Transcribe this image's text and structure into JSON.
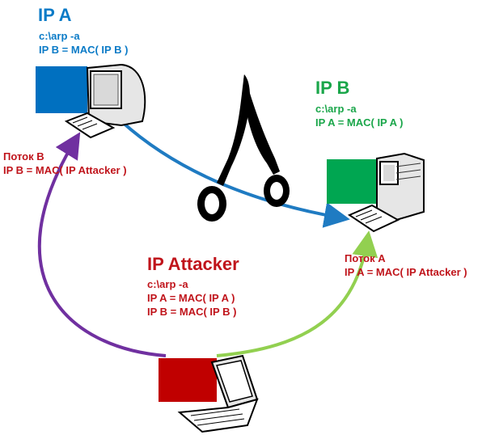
{
  "hosts": {
    "a": {
      "title": "IP A",
      "lines": [
        "c:\\arp -a",
        "IP B = MAC( IP B )"
      ],
      "color": "#0b7bc7"
    },
    "b": {
      "title": "IP B",
      "lines": [
        "c:\\arp -a",
        "IP A = MAC( IP A )"
      ],
      "color": "#1aa64a"
    },
    "attacker": {
      "title": "IP Attacker",
      "lines": [
        "c:\\arp -a",
        "IP A = MAC( IP A )",
        "IP B = MAC( IP B )"
      ],
      "color": "#c0141b"
    }
  },
  "flows": {
    "b": {
      "label": "Поток B",
      "entry": "IP B = MAC( IP Attacker )",
      "color": "#7030a0"
    },
    "a": {
      "label": "Поток A",
      "entry": "IP A = MAC( IP Attacker )",
      "color": "#92d050"
    }
  },
  "direct_link_color": "#1f7bc2",
  "icons": [
    "desktop-computer-icon",
    "desktop-computer-icon",
    "laptop-computer-icon",
    "scissors-icon"
  ]
}
